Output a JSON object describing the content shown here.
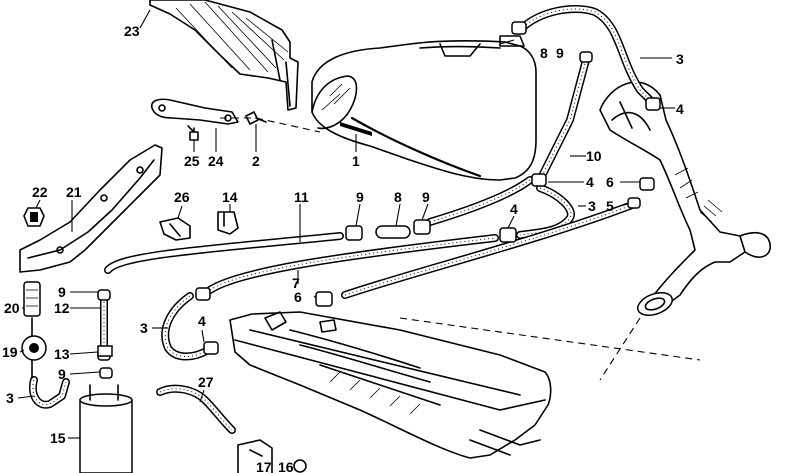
{
  "callouts": [
    {
      "id": "c23",
      "label": "23"
    },
    {
      "id": "c3a",
      "label": "3"
    },
    {
      "id": "c8a",
      "label": "8"
    },
    {
      "id": "c9a",
      "label": "9"
    },
    {
      "id": "c4a",
      "label": "4"
    },
    {
      "id": "c25",
      "label": "25"
    },
    {
      "id": "c24",
      "label": "24"
    },
    {
      "id": "c2",
      "label": "2"
    },
    {
      "id": "c1",
      "label": "1"
    },
    {
      "id": "c10",
      "label": "10"
    },
    {
      "id": "c4b",
      "label": "4"
    },
    {
      "id": "c6a",
      "label": "6"
    },
    {
      "id": "c22",
      "label": "22"
    },
    {
      "id": "c21",
      "label": "21"
    },
    {
      "id": "c26",
      "label": "26"
    },
    {
      "id": "c14",
      "label": "14"
    },
    {
      "id": "c11",
      "label": "11"
    },
    {
      "id": "c9b",
      "label": "9"
    },
    {
      "id": "c8b",
      "label": "8"
    },
    {
      "id": "c9c",
      "label": "9"
    },
    {
      "id": "c4c",
      "label": "4"
    },
    {
      "id": "c3b",
      "label": "3"
    },
    {
      "id": "c5",
      "label": "5"
    },
    {
      "id": "c7",
      "label": "7"
    },
    {
      "id": "c9d",
      "label": "9"
    },
    {
      "id": "c6b",
      "label": "6"
    },
    {
      "id": "c20",
      "label": "20"
    },
    {
      "id": "c12",
      "label": "12"
    },
    {
      "id": "c3c",
      "label": "3"
    },
    {
      "id": "c4d",
      "label": "4"
    },
    {
      "id": "c19",
      "label": "19"
    },
    {
      "id": "c13",
      "label": "13"
    },
    {
      "id": "c9e",
      "label": "9"
    },
    {
      "id": "c3d",
      "label": "3"
    },
    {
      "id": "c27",
      "label": "27"
    },
    {
      "id": "c15",
      "label": "15"
    },
    {
      "id": "c17",
      "label": "17"
    },
    {
      "id": "c16",
      "label": "16"
    }
  ]
}
